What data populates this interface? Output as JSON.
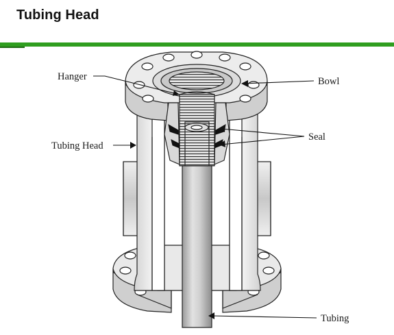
{
  "header": {
    "title": "Tubing Head"
  },
  "theme": {
    "accent": "#2f9e1f",
    "metal": "#e6e6e6",
    "shadow": "#bdbdbd",
    "ink": "#1a1a1a"
  },
  "labels": {
    "hanger": "Hanger",
    "bowl": "Bowl",
    "seal": "Seal",
    "tubing_head": "Tubing Head",
    "tubing": "Tubing"
  }
}
